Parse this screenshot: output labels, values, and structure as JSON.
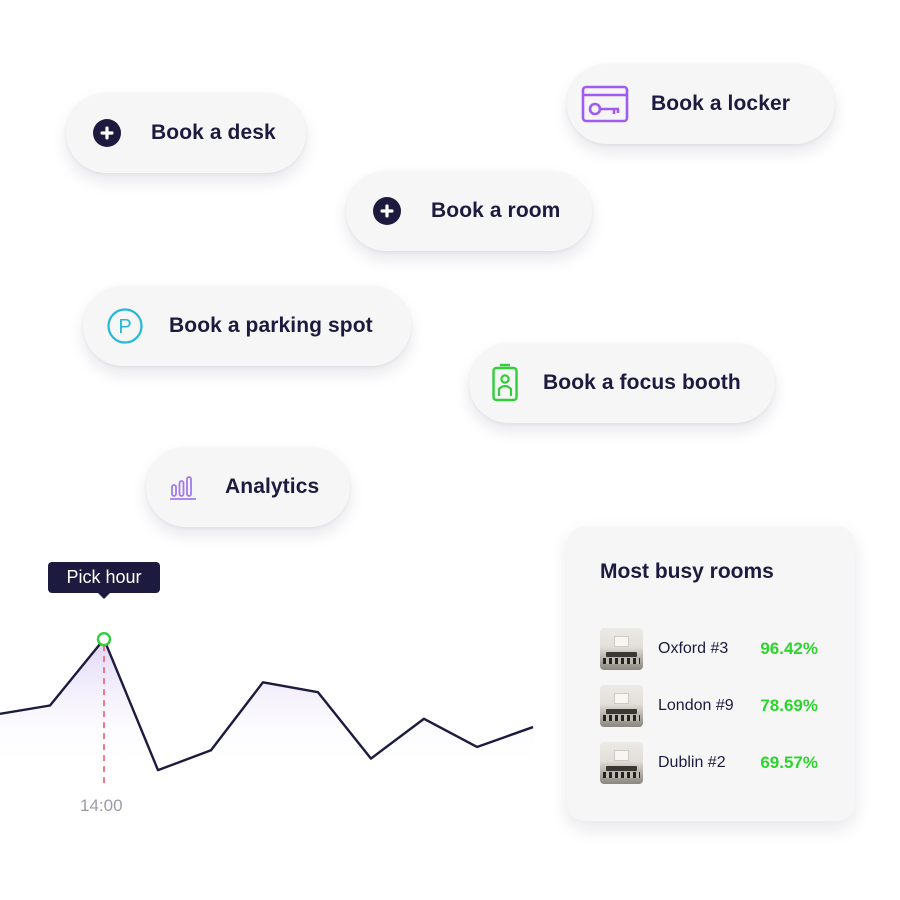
{
  "actions": {
    "book_desk": "Book a desk",
    "book_locker": "Book a locker",
    "book_room": "Book a room",
    "book_parking": "Book a parking spot",
    "book_focus_booth": "Book a focus booth",
    "analytics": "Analytics"
  },
  "icons": {
    "book_desk": "plus-circle-icon",
    "book_locker": "locker-key-card-icon",
    "book_room": "plus-circle-icon",
    "book_parking": "parking-icon",
    "book_focus_booth": "focus-booth-icon",
    "analytics": "bar-chart-icon"
  },
  "colors": {
    "navy": "#1c1b3f",
    "locker_purple": "#a05cf0",
    "parking_cyan": "#25b9d8",
    "booth_green": "#2fcf38",
    "analytics_purple": "#a27af0",
    "percent_green": "#2ed42e",
    "marker_red": "#f05a6a"
  },
  "chart": {
    "tooltip": "Pick hour",
    "selected_time": "14:00"
  },
  "chart_data": {
    "type": "area",
    "title": "",
    "series": [
      {
        "values": [
          0.55,
          0.6,
          1.0,
          0.21,
          0.33,
          0.74,
          0.68,
          0.28,
          0.52,
          0.35,
          0.47
        ]
      }
    ],
    "highlight_index": 2,
    "highlight_label": "14:00",
    "ylim": [
      0,
      1.2
    ],
    "grid": false
  },
  "busy_rooms": {
    "title": "Most busy rooms",
    "rooms": [
      {
        "name": "Oxford #3",
        "percent": "96.42%"
      },
      {
        "name": "London #9",
        "percent": "78.69%"
      },
      {
        "name": "Dublin #2",
        "percent": "69.57%"
      }
    ]
  }
}
